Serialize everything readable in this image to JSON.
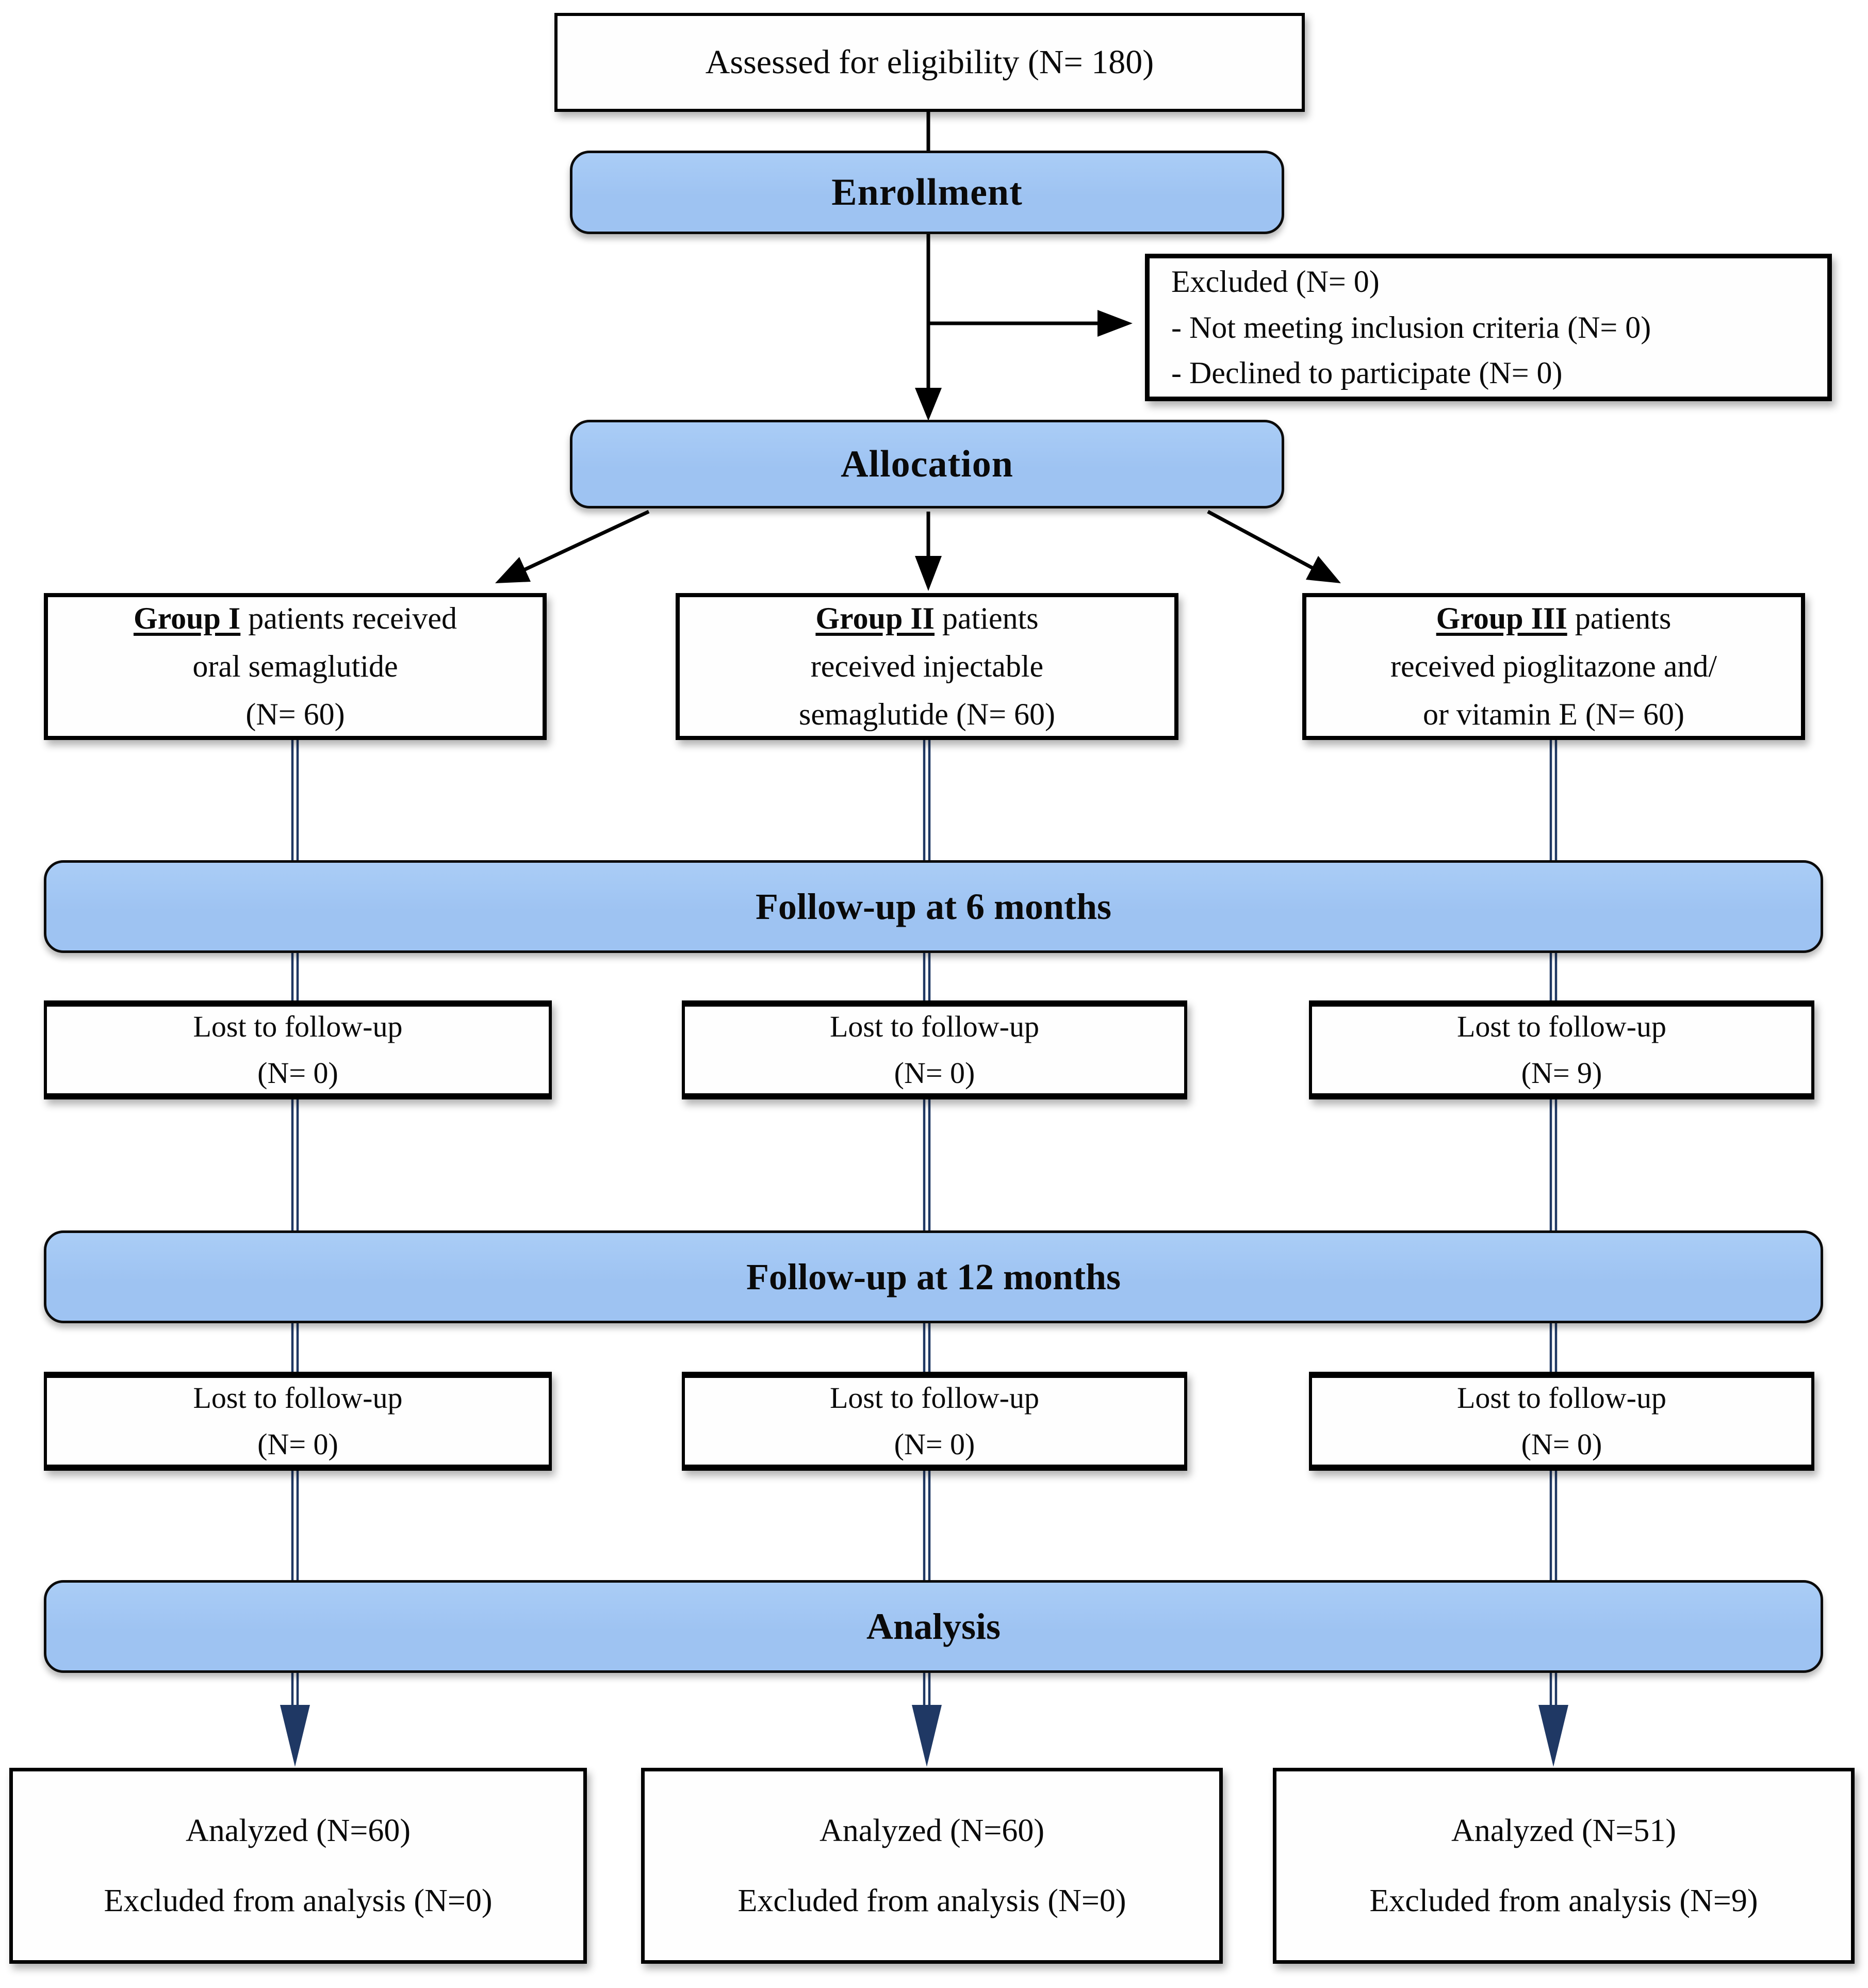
{
  "title_box": {
    "text": "Assessed for eligibility (N= 180)"
  },
  "stages": {
    "enrollment": "Enrollment",
    "allocation": "Allocation",
    "followup6": "Follow-up at 6 months",
    "followup12": "Follow-up at 12 months",
    "analysis": "Analysis"
  },
  "excluded_box": {
    "line1": "Excluded (N= 0)",
    "line2": "- Not meeting inclusion criteria (N= 0)",
    "line3": "- Declined to participate (N= 0)"
  },
  "groups": [
    {
      "label": "Group I",
      "line1_rest": " patients received",
      "line2": "oral semaglutide",
      "line3": "(N= 60)"
    },
    {
      "label": "Group II",
      "line1_rest": " patients",
      "line2": "received injectable",
      "line3": "semaglutide (N= 60)"
    },
    {
      "label": "Group III",
      "line1_rest": " patients",
      "line2": "received pioglitazone and/",
      "line3": "or vitamin E (N= 60)"
    }
  ],
  "lost_6mo": [
    {
      "line1": "Lost to follow-up",
      "line2": "(N= 0)"
    },
    {
      "line1": "Lost to follow-up",
      "line2": "(N= 0)"
    },
    {
      "line1": "Lost to follow-up",
      "line2": "(N= 9)"
    }
  ],
  "lost_12mo": [
    {
      "line1": "Lost to follow-up",
      "line2": "(N= 0)"
    },
    {
      "line1": "Lost to follow-up",
      "line2": "(N= 0)"
    },
    {
      "line1": "Lost to follow-up",
      "line2": "(N= 0)"
    }
  ],
  "analyzed": [
    {
      "line1": "Analyzed (N=60)",
      "line2": "Excluded from analysis (N=0)"
    },
    {
      "line1": "Analyzed (N=60)",
      "line2": "Excluded from analysis (N=0)"
    },
    {
      "line1": "Analyzed (N=51)",
      "line2": "Excluded from analysis (N=9)"
    }
  ],
  "colors": {
    "bar_fill": "#9EC3F2",
    "navy": "#1F3864",
    "black": "#0a0a0a"
  }
}
